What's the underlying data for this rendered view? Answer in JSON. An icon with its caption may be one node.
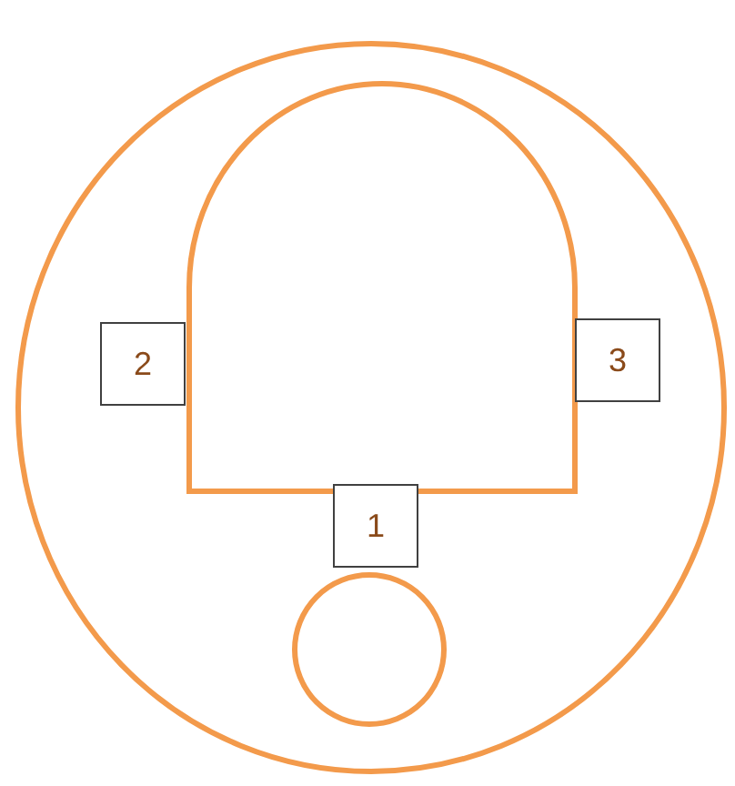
{
  "diagram": {
    "nodes": [
      {
        "text": [
          "2"
        ]
      },
      {
        "text": [
          "3"
        ]
      },
      {
        "text": [
          "1"
        ]
      }
    ]
  }
}
